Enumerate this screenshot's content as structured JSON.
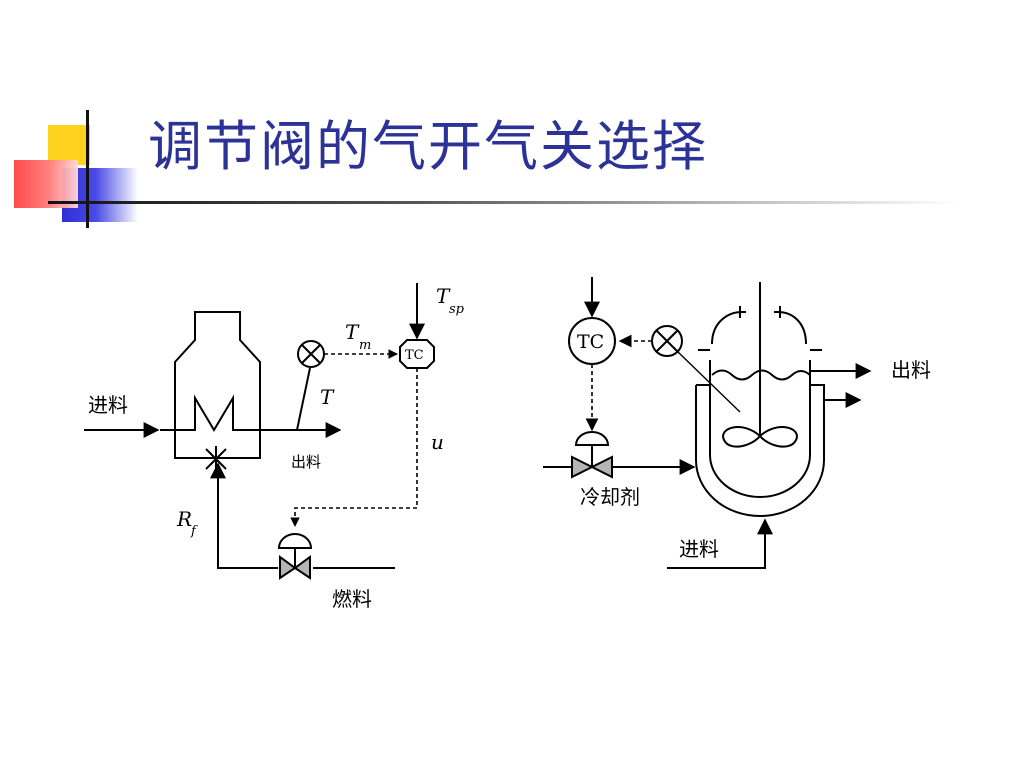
{
  "slide": {
    "title": "调节阀的气开气关选择"
  },
  "furnace_diagram": {
    "feed_in_label": "进料",
    "product_out_label": "出料",
    "fuel_label": "燃料",
    "controller_label": "TC",
    "sym_T": "T",
    "sym_Tm": "T",
    "sym_Tm_sub": "m",
    "sym_Tsp": "T",
    "sym_Tsp_sub": "sp",
    "sym_u": "u",
    "sym_Rf": "R",
    "sym_Rf_sub": "f"
  },
  "reactor_diagram": {
    "controller_label": "TC",
    "product_out_label": "出料",
    "coolant_label": "冷却剂",
    "feed_in_label": "进料"
  },
  "colors": {
    "title": "#2d3296",
    "deco_yellow": "#ffd21e",
    "deco_red": "#ff5050",
    "deco_blue": "#3a3adc",
    "valve_gray": "#b4b4b4"
  }
}
